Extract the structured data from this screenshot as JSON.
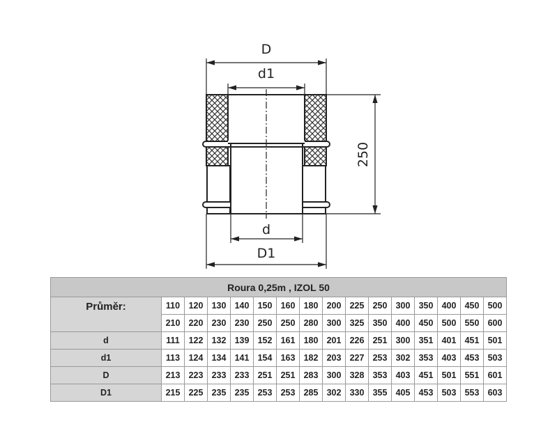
{
  "drawing": {
    "label_D": "D",
    "label_d1": "d1",
    "label_d": "d",
    "label_D1": "D1",
    "label_height": "250"
  },
  "table": {
    "title": "Roura 0,25m , IZOL 50",
    "rows": [
      {
        "label": "Průměr:",
        "values": [
          "110",
          "120",
          "130",
          "140",
          "150",
          "160",
          "180",
          "200",
          "225",
          "250",
          "300",
          "350",
          "400",
          "450",
          "500"
        ]
      },
      {
        "label": "",
        "values": [
          "210",
          "220",
          "230",
          "230",
          "250",
          "250",
          "280",
          "300",
          "325",
          "350",
          "400",
          "450",
          "500",
          "550",
          "600"
        ]
      },
      {
        "label": "d",
        "values": [
          "111",
          "122",
          "132",
          "139",
          "152",
          "161",
          "180",
          "201",
          "226",
          "251",
          "300",
          "351",
          "401",
          "451",
          "501"
        ]
      },
      {
        "label": "d1",
        "values": [
          "113",
          "124",
          "134",
          "141",
          "154",
          "163",
          "182",
          "203",
          "227",
          "253",
          "302",
          "353",
          "403",
          "453",
          "503"
        ]
      },
      {
        "label": "D",
        "values": [
          "213",
          "223",
          "233",
          "233",
          "251",
          "251",
          "283",
          "300",
          "328",
          "353",
          "403",
          "451",
          "501",
          "551",
          "601"
        ]
      },
      {
        "label": "D1",
        "values": [
          "215",
          "225",
          "235",
          "235",
          "253",
          "253",
          "285",
          "302",
          "330",
          "355",
          "405",
          "453",
          "503",
          "553",
          "603"
        ]
      }
    ]
  }
}
